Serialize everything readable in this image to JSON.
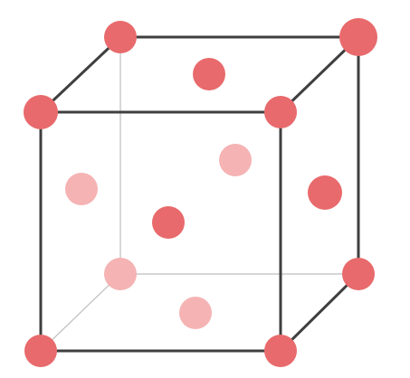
{
  "diagram": {
    "type": "face-centered-cubic-unit-cell",
    "colors": {
      "background": "#ffffff",
      "edge_front": "#3f3f3f",
      "edge_hidden": "#bdbdbd",
      "atom_corner": "#e86a6c",
      "atom_face_front": "#e86a6c",
      "atom_face_back": "#f5b3b4"
    },
    "atom_counts": {
      "corner_atoms": 8,
      "face_atoms": 6
    }
  }
}
